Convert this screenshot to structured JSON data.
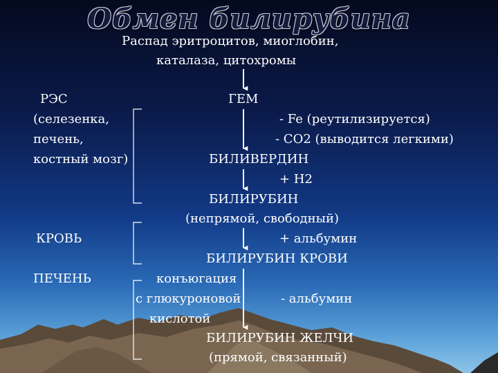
{
  "slide": {
    "title": "Обмен билирубина",
    "source_line1": "Распад эритроцитов, миоглобин,",
    "source_line2": "каталаза, цитохромы",
    "left_labels": {
      "res_line1": "РЭС",
      "res_line2": "(селезенка,",
      "res_line3": "печень,",
      "res_line4": "костный мозг)",
      "blood": "КРОВЬ",
      "liver": "ПЕЧЕНЬ"
    },
    "steps": {
      "heme": "ГЕМ",
      "fe_note": "- Fe (реутилизируется)",
      "co_note": "- CO2 (выводится легкими)",
      "biliverdin": "БИЛИВЕРДИН",
      "h2_note": "+ H2",
      "bilirubin": "БИЛИРУБИН",
      "bilirubin_sub": "(непрямой, свободный)",
      "albumin_plus": "+ альбумин",
      "blood_bilirubin": "БИЛИРУБИН КРОВИ",
      "conj_line1": "конъюгация",
      "conj_line2": "с глюкуроновой",
      "conj_line3": "кислотой",
      "albumin_minus": "- альбумин",
      "bile_bilirubin": "БИЛИРУБИН ЖЕЛЧИ",
      "bile_sub": "(прямой, связанный)"
    }
  }
}
